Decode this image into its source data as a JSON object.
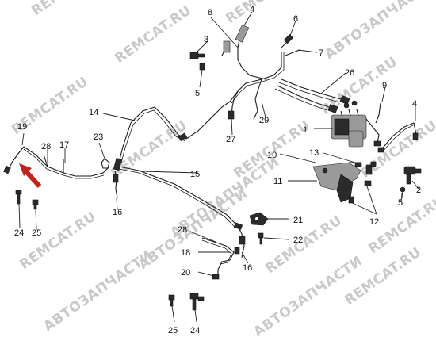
{
  "watermarks": [
    "REMCAT.RU",
    "REMCAT.RU",
    "REMCAT.RU",
    "АВТОЗАПЧАСТИ",
    "REMCAT.RU",
    "REMCAT.RU",
    "АВТОЗАПЧАСТИ",
    "REMCAT.RU",
    "REMCAT.RU",
    "REMCAT.RU",
    "АВТОЗАПЧАСТИ",
    "REMCAT.RU",
    "REMCAT.RU",
    "АВТОЗАПЧАСТИ",
    "REMCAT.RU",
    "АВТОЗАПЧАСТИ",
    "REMCAT.RU"
  ],
  "callouts": {
    "n1": "1",
    "n2": "2",
    "n3": "3",
    "n4a": "4",
    "n4b": "4",
    "n5a": "5",
    "n5b": "5",
    "n6": "6",
    "n7": "7",
    "n8": "8",
    "n9": "9",
    "n10": "10",
    "n11": "11",
    "n12": "12",
    "n13": "13",
    "n14": "14",
    "n15": "15",
    "n16a": "16",
    "n16b": "16",
    "n17": "17",
    "n18": "18",
    "n19": "19",
    "n20": "20",
    "n21": "21",
    "n22": "22",
    "n23": "23",
    "n24a": "24",
    "n24b": "24",
    "n25a": "25",
    "n25b": "25",
    "n26": "26",
    "n27": "27",
    "n28a": "28",
    "n28b": "28",
    "n29": "29"
  },
  "colors": {
    "arrow": "#c0241d",
    "line": "#222222",
    "watermark": "#c9c9c9"
  }
}
